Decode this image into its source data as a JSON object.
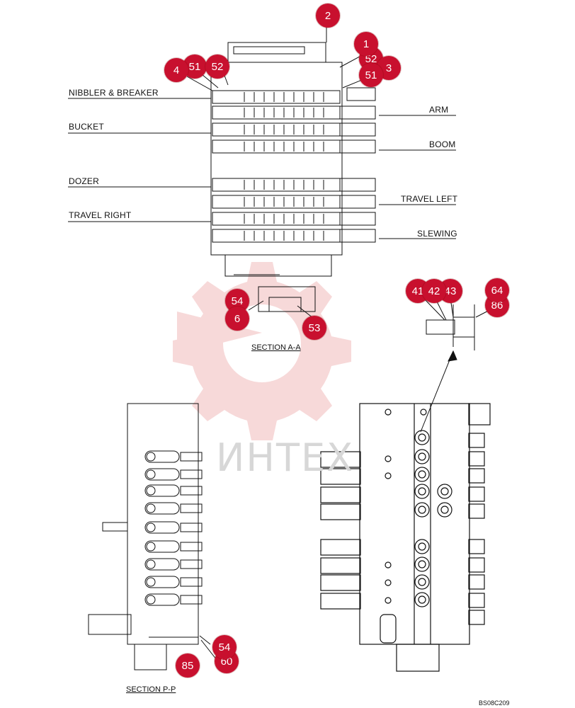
{
  "labels": {
    "nibbler": "NIBBLER & BREAKER",
    "bucket": "BUCKET",
    "dozer": "DOZER",
    "travel_right": "TRAVEL RIGHT",
    "arm": "ARM",
    "boom": "BOOM",
    "travel_left": "TRAVEL LEFT",
    "slewing": "SLEWING"
  },
  "sections": {
    "aa": "SECTION   A-A",
    "pp": "SECTION   P-P"
  },
  "drawing_code": "BS08C209",
  "watermark": "ИНТЕХ",
  "callouts": {
    "c1": "1",
    "c2": "2",
    "c3": "3",
    "c4": "4",
    "c51a": "51",
    "c52": "52",
    "c51b": "51",
    "c52b": "52",
    "c54a": "54",
    "c6": "6",
    "c53": "53",
    "c41": "41",
    "c42": "42",
    "c43": "43",
    "c64": "64",
    "c86": "86",
    "c54b": "54",
    "c60": "60",
    "c85": "85"
  },
  "colors": {
    "callout": "#c8102e",
    "line": "#111111",
    "watermark": "#f2c2c2"
  }
}
